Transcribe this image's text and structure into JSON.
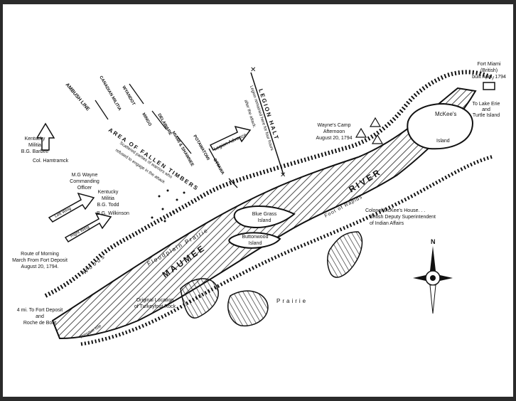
{
  "labels": {
    "fort_miami": [
      "Fort Miami",
      "(British)",
      "built April, 1794"
    ],
    "lake_erie": [
      "To Lake Erie",
      "and",
      "Turtle Island"
    ],
    "mckees_island_top": "McKee's",
    "mckees_island_bottom": "Island",
    "waynes_camp": [
      "Wayne's Camp",
      "Afternoon",
      "August 20, 1794"
    ],
    "legion_halt": "LEGION HALT",
    "legion_remained": "Legion remained here for four hours",
    "after_attack": "after the attack.",
    "legion_advance": "Legion Advance",
    "area_fallen": "AREA OF FALLEN TIMBERS",
    "scattered": "Scattered parties of warriors who",
    "refused": "refused to engage in the attack",
    "ambush_line": "AMBUSH LINE",
    "canadian_militia": "CANADIAN MILITIA",
    "wyandot": "WYANDOT",
    "mingo": "MINGO",
    "delaware": "DELAWARE",
    "miami_shawnee": "MIAMI & SHAWNEE",
    "potawatomi": "POTAWATOMI",
    "ottawa": "OTTAWA",
    "kentucky_barbee": [
      "Kentucky",
      "Militia",
      "B.G. Barbee"
    ],
    "hamtramck": "Col. Hamtramck",
    "wayne_commanding": [
      "M.G Wayne",
      "Commanding",
      "Officer"
    ],
    "kentucky_todd": [
      "Kentucky",
      "Militia",
      "B.G. Todd"
    ],
    "wilkinson": "B.G. Wilkinson",
    "left_wing": "Left Wing",
    "right_wing": "Right Wing",
    "route": [
      "Route of Morning",
      "March From Fort Deposit",
      "August 20, 1794."
    ],
    "fort_deposit": [
      "4 mi. To Fort Deposit",
      "and",
      "Roche de Bout"
    ],
    "woods": "Woods",
    "fallen_prairie": "Floodplain Prairie",
    "maumee": "MAUMEE",
    "river": "RIVER",
    "rapids": "Foot of Rapids",
    "blue_grass": [
      "Blue Grass",
      "Island"
    ],
    "buttonwood": [
      "Buttonwood",
      "Island"
    ],
    "mckee_house": [
      "Colonel McKee's House. . .",
      "British Deputy Superintendent",
      "of Indian Affairs"
    ],
    "turkeyfoot": [
      "Original Location",
      "of Turkeyfoot Rock"
    ],
    "presque_isle": "Presque Isle",
    "prairie": "Prairie",
    "north": "N"
  }
}
